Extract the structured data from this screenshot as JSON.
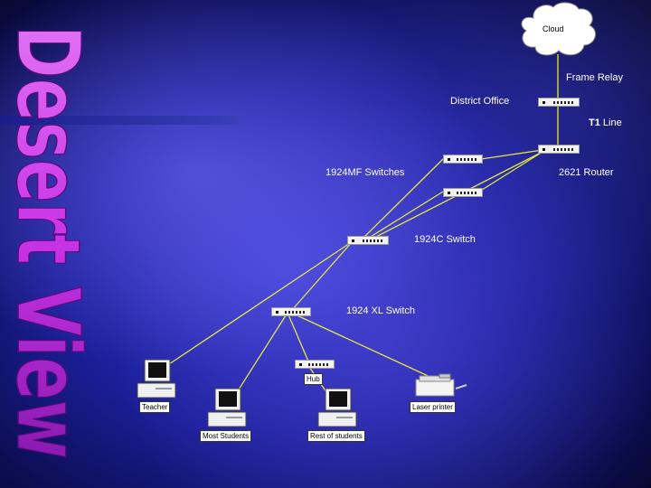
{
  "slide": {
    "title": "Desert View",
    "colors": {
      "title_fill": "#c832e6",
      "title_highlight": "#f0a0ff",
      "link": "#e6e640",
      "background": "#1c1f9a"
    }
  },
  "diagram": {
    "cloud_label": "Cloud",
    "frame_relay": "Frame Relay",
    "district_office": "District Office",
    "t1_line_bold": "T1",
    "t1_line_rest": " Line",
    "router": "2621 Router",
    "switches_1924mf": "1924MF Switches",
    "switch_1924c": "1924C Switch",
    "switch_1924xl": "1924 XL Switch",
    "hub": "Hub",
    "teacher": "Teacher",
    "most_students": "Most Students",
    "rest_of_students": "Rest of students",
    "laser_printer": "Laser printer"
  }
}
